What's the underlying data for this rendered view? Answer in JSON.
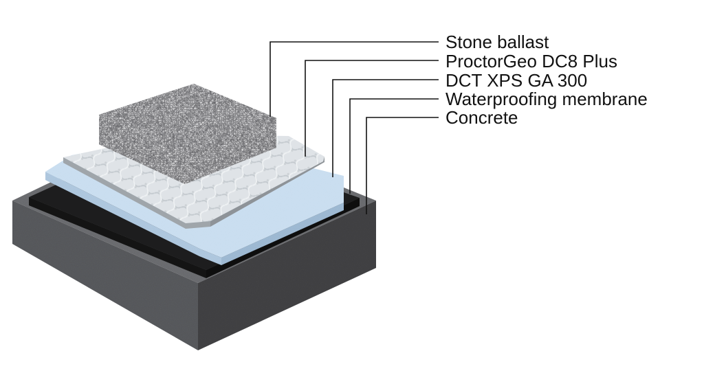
{
  "layers": [
    {
      "id": "stone",
      "label": "Stone ballast"
    },
    {
      "id": "geo",
      "label": "ProctorGeo DC8 Plus"
    },
    {
      "id": "xps",
      "label": "DCT XPS GA 300"
    },
    {
      "id": "membrane",
      "label": "Waterproofing membrane"
    },
    {
      "id": "concrete",
      "label": "Concrete"
    }
  ],
  "colors": {
    "concrete_top": "#6f7073",
    "concrete_left": "#5c5d60",
    "concrete_right": "#474849",
    "membrane": "#1c1c1c",
    "xps_top": "#c5dcef",
    "xps_side": "#a9c5de",
    "geo_top": "#dfe3e7",
    "geo_side": "#b8bdc2",
    "stone_top": "#3a3c3f",
    "stone_side": "#2c2d30"
  }
}
